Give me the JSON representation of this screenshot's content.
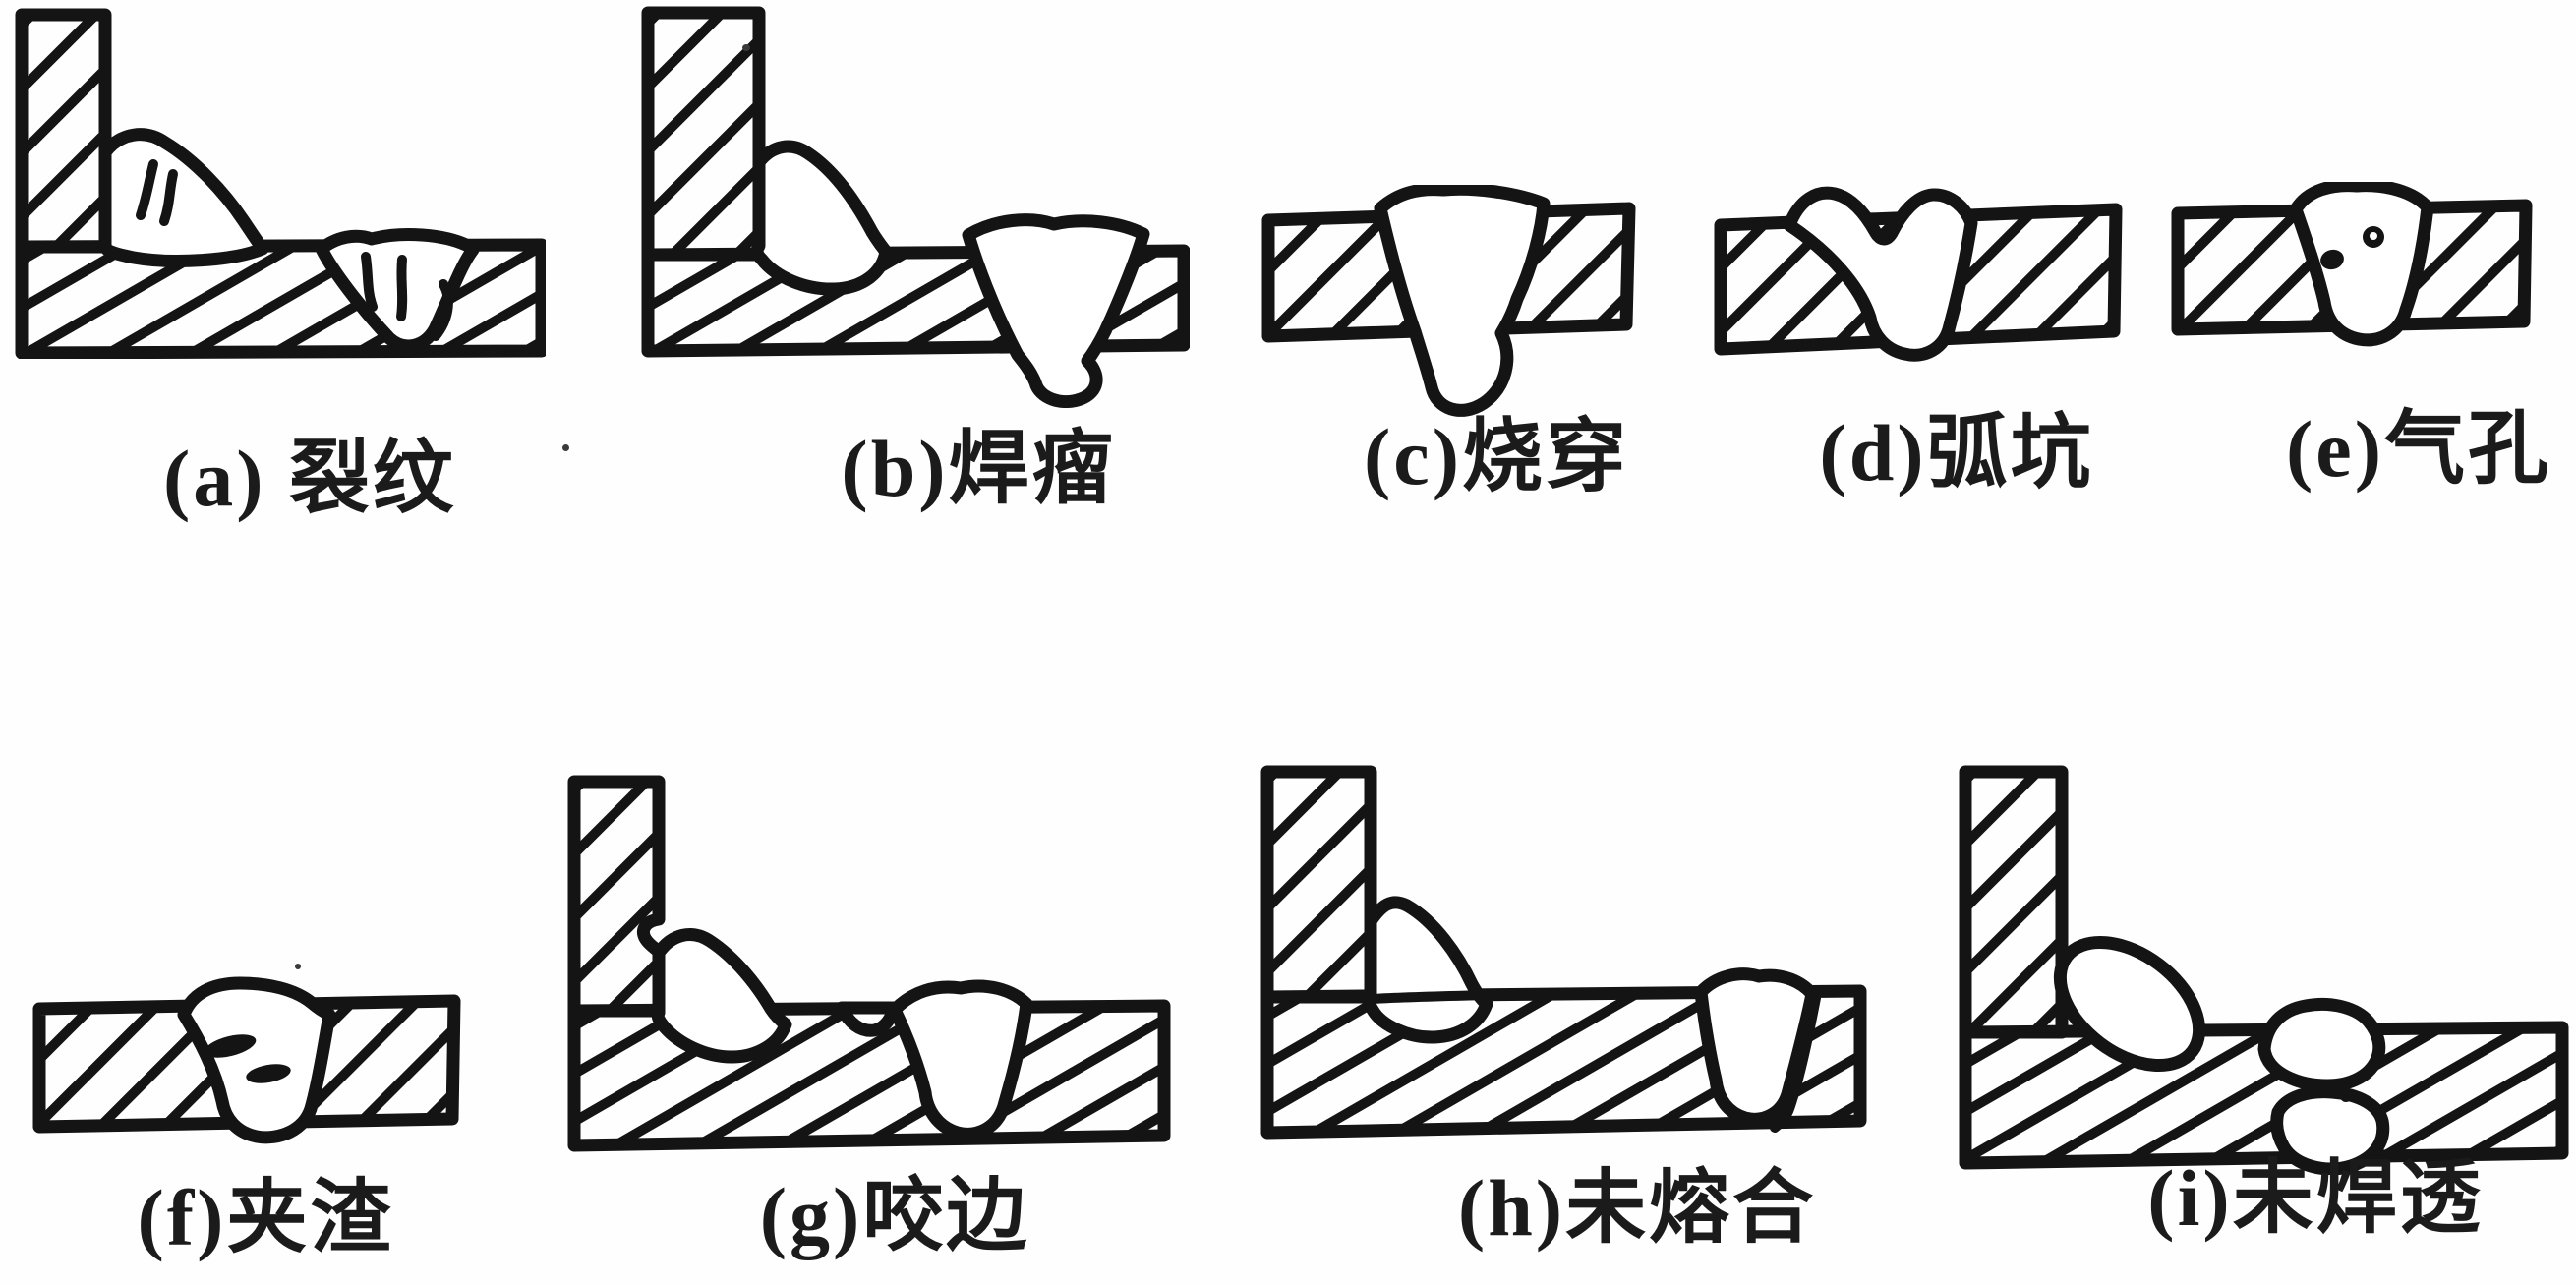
{
  "page": {
    "background": "#fefefe",
    "ink_color": "#141414"
  },
  "labels": {
    "a": "(a) 裂纹",
    "b": "(b)焊瘤",
    "c": "(c)烧穿",
    "d": "(d)弧坑",
    "e": "(e)气孔",
    "f": "(f)夹渣",
    "g": "(g)咬边",
    "h": "(h)未熔合",
    "i": "(i)未焊透"
  }
}
